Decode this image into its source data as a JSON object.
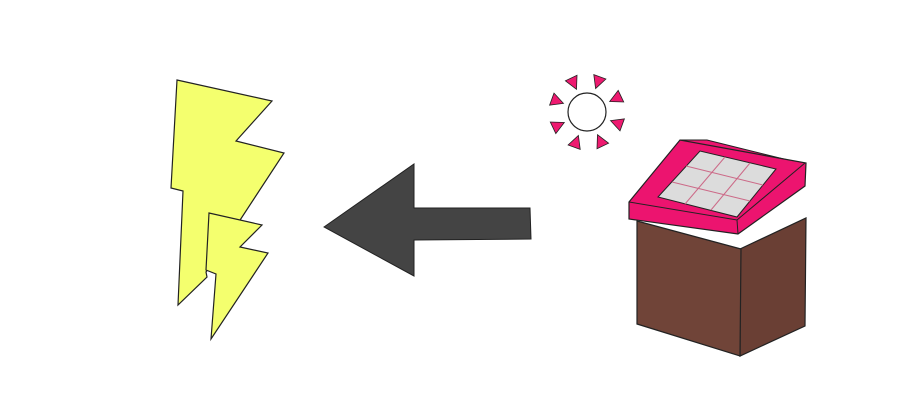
{
  "diagram": {
    "flow_direction": "right-to-left",
    "elements": [
      {
        "name": "lightning-bolt-icon",
        "meaning": "electricity"
      },
      {
        "name": "left-arrow-icon",
        "meaning": "conversion"
      },
      {
        "name": "sun-icon",
        "meaning": "sunlight"
      },
      {
        "name": "solar-panel-icon",
        "meaning": "solar panel"
      }
    ]
  },
  "colors": {
    "background": "#ffffff",
    "bolt_fill": "#f4ff6e",
    "arrow_fill": "#444444",
    "sun_ray": "#ee1a70",
    "sun_disc": "#ffffff",
    "panel_frame": "#ec146f",
    "panel_glass": "#dcdcdc",
    "panel_grid": "#cc6a88",
    "base_front": "#704438",
    "base_side": "#6a3f34",
    "outline": "#222222"
  }
}
